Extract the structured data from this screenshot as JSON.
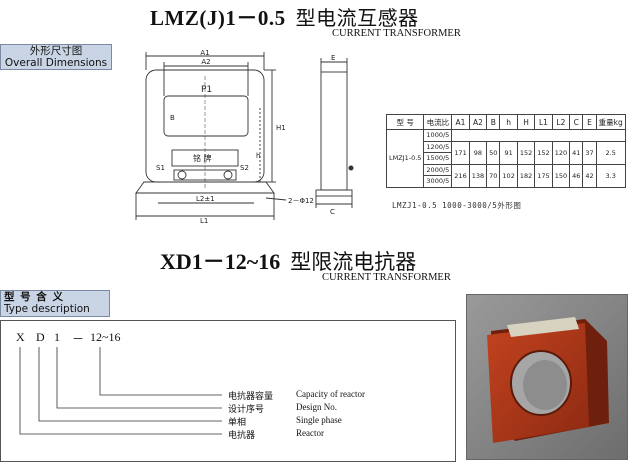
{
  "top_section": {
    "model": "LMZ(J)1－0.5",
    "title_cn": "型电流互感器",
    "subtitle": "CURRENT TRANSFORMER",
    "tag_cn": "外形尺寸图",
    "tag_en": "Overall Dimensions"
  },
  "drawing": {
    "labels": {
      "a1": "A1",
      "a2": "A2",
      "p1": "P1",
      "b": "B",
      "h1": "H1",
      "h": "h",
      "s1": "S1",
      "s2": "S2",
      "nameplate": "铭 牌",
      "l2": "L2±1",
      "l1": "L1",
      "hole": "2－Φ12",
      "e": "E",
      "c": "C"
    }
  },
  "spec_table": {
    "head": [
      "型 号",
      "电流比",
      "A1",
      "A2",
      "B",
      "h",
      "H",
      "L1",
      "L2",
      "C",
      "E",
      "重量kg"
    ],
    "model": "LMZJ1-0.5",
    "ratios": [
      "1000/5",
      "1200/5",
      "1500/5",
      "2000/5",
      "3000/5"
    ],
    "group1": [
      "171",
      "98",
      "50",
      "91",
      "152",
      "152",
      "120",
      "41",
      "37",
      "2.5"
    ],
    "group2": [
      "216",
      "138",
      "70",
      "102",
      "182",
      "175",
      "150",
      "46",
      "42",
      "3.3"
    ]
  },
  "caption": "LMZJ1-0.5   1000-3000/5外形图",
  "bottom_section": {
    "model": "XD1－12~16",
    "title_cn": "型限流电抗器",
    "subtitle": "CURRENT TRANSFORMER",
    "tag_cn": "型 号 含 义",
    "tag_en": "Type description"
  },
  "type_code": {
    "x": "X",
    "d": "D",
    "one": "1",
    "dash": "－",
    "range": "12~16"
  },
  "legend": [
    {
      "cn": "电抗器容量",
      "en": "Capacity of reactor"
    },
    {
      "cn": "设计序号",
      "en": "Design No."
    },
    {
      "cn": "单相",
      "en": "Single phase"
    },
    {
      "cn": "电抗器",
      "en": "Reactor"
    }
  ]
}
